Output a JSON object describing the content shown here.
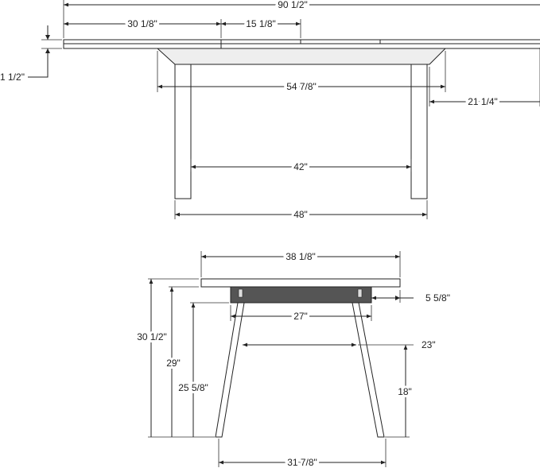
{
  "front_view": {
    "overall_length": "90 1/2\"",
    "leaf_left": "30 1/8\"",
    "leaf_center": "15 1/8\"",
    "top_thickness": "1 1/2\"",
    "apron_length": "54 7/8\"",
    "overhang": "21 1/4\"",
    "leg_inner_span": "42\"",
    "leg_outer_span": "48\""
  },
  "side_view": {
    "top_width": "38 1/8\"",
    "apron_height": "5 5/8\"",
    "apron_width": "27\"",
    "leg_span_upper": "23\"",
    "leg_span_height": "18\"",
    "total_height": "30 1/2\"",
    "underside_height": "29\"",
    "knee_clearance": "25 5/8\"",
    "foot_span": "31 7/8\""
  },
  "colors": {
    "line": "#222222",
    "apron_fill": "#eeeeee",
    "drawer_fill": "#555555"
  }
}
